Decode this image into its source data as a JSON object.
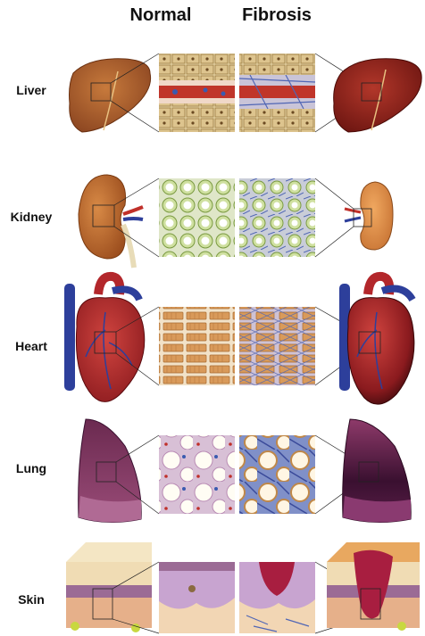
{
  "headers": {
    "normal": "Normal",
    "fibrosis": "Fibrosis"
  },
  "organs": [
    {
      "label": "Liver"
    },
    {
      "label": "Kidney"
    },
    {
      "label": "Heart"
    },
    {
      "label": "Lung"
    },
    {
      "label": "Skin"
    }
  ],
  "colors": {
    "liver_normal": "#a65a2a",
    "liver_fibrosis": "#8b1f1a",
    "kidney": "#b8642c",
    "heart_red": "#b3272b",
    "vessel_blue": "#2d3f9b",
    "lung_normal": "#6e2c52",
    "lung_fibrosis": "#3d1532",
    "skin_top": "#f0dcb4",
    "skin_mid": "#9b6b95",
    "skin_low": "#e6b08a",
    "fibroblast_blue": "#5066b5"
  }
}
